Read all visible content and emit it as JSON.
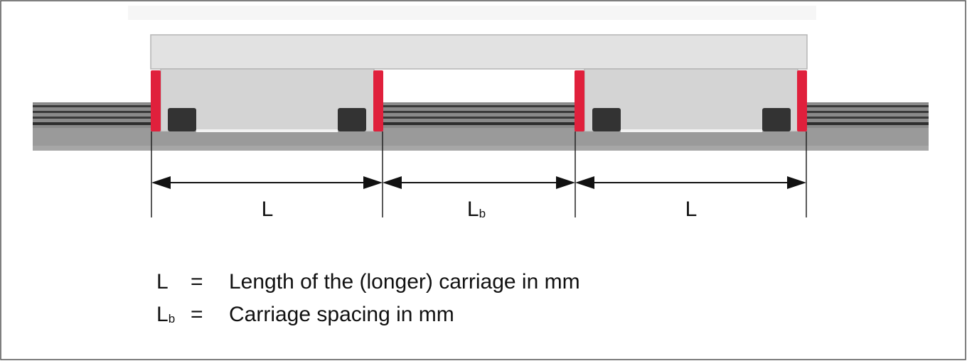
{
  "dimension_labels": {
    "left_carriage": "L",
    "spacing_symbol": "L",
    "spacing_subscript": "b",
    "right_carriage": "L"
  },
  "legend": [
    {
      "symbol": "L",
      "subscript": "",
      "equals": "=",
      "text": "Length of the (longer) carriage in mm"
    },
    {
      "symbol": "L",
      "subscript": "b",
      "equals": "=",
      "text": "Carriage spacing in mm"
    }
  ],
  "colors": {
    "rail": "#9a9a9a",
    "rail_dark": "#3a3a3a",
    "carriage": "#d4d4d4",
    "table": "#e2e2e2",
    "seal": "#e0203c",
    "block": "#333333",
    "frame": "#555555"
  }
}
